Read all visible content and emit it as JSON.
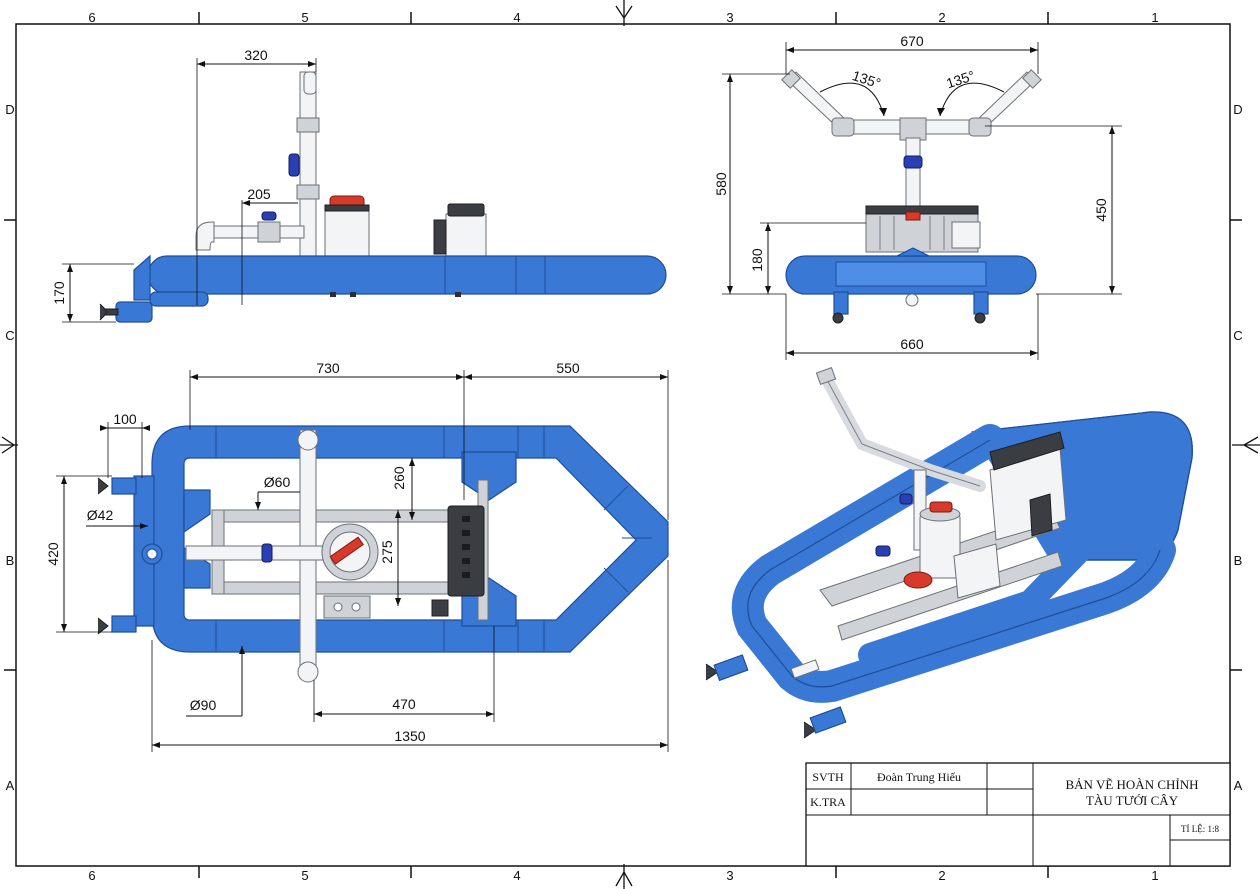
{
  "frame": {
    "zone_numbers": [
      "6",
      "5",
      "4",
      "3",
      "2",
      "1"
    ],
    "zone_letters": [
      "D",
      "C",
      "B",
      "A"
    ]
  },
  "dimensions": {
    "side_view": {
      "width_320": "320",
      "width_205": "205",
      "height_170": "170"
    },
    "front_view": {
      "width_670": "670",
      "angle_left": "135°",
      "angle_right": "135°",
      "height_580": "580",
      "height_450": "450",
      "height_180": "180",
      "width_660": "660"
    },
    "top_view": {
      "width_730": "730",
      "width_550": "550",
      "width_100": "100",
      "dia_60": "Ø60",
      "dim_260": "260",
      "dim_275": "275",
      "dia_42": "Ø42",
      "height_420": "420",
      "dia_90": "Ø90",
      "width_470": "470",
      "width_1350": "1350"
    }
  },
  "title_block": {
    "svth_label": "SVTH",
    "ktra_label": "K.TRA",
    "designer_name": "Đoàn Trung Hiếu",
    "title_line1": "BẢN VẼ HOÀN CHỈNH",
    "title_line2": "TÀU TƯỚI CÂY",
    "scale": "TỈ LỆ: 1:8"
  },
  "colors": {
    "pipe_blue": "#3a78d6",
    "valve_blue": "#2b3fb5",
    "cap_red": "#d8392b"
  }
}
